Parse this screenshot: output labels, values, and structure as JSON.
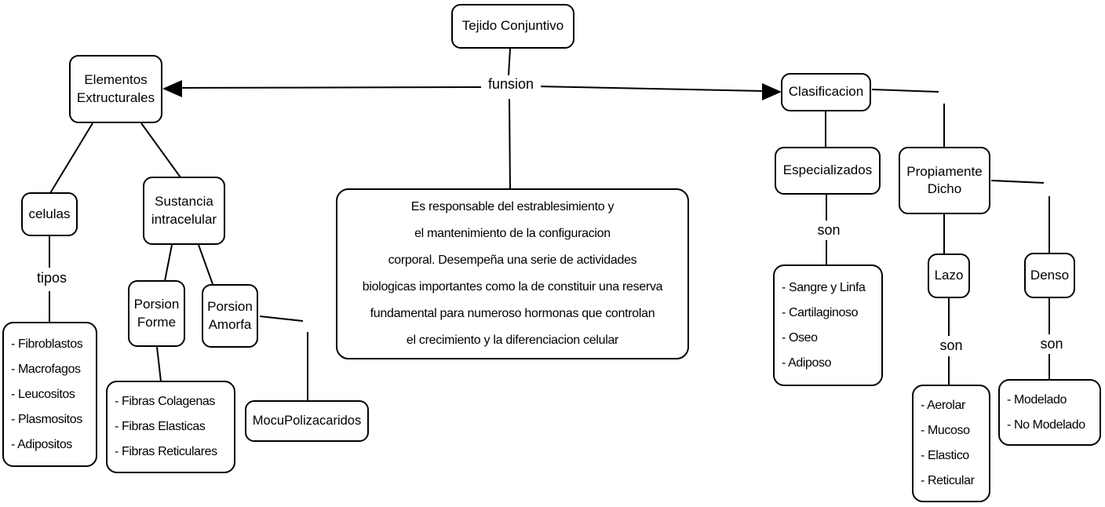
{
  "diagram_title": "Tejido Conjuntivo",
  "nodes": {
    "root": {
      "label": "Tejido Conjuntivo"
    },
    "elementos": {
      "label": "Elementos\nExtructurales"
    },
    "clasificacion": {
      "label": "Clasificacion"
    },
    "celulas": {
      "label": "celulas"
    },
    "sustancia": {
      "label": "Sustancia\nintracelular"
    },
    "porsion_forme": {
      "label": "Porsion\nForme"
    },
    "porsion_amorfa": {
      "label": "Porsion\nAmorfa"
    },
    "mocupolizacaridos": {
      "label": "MocuPolizacaridos"
    },
    "especializados": {
      "label": "Especializados"
    },
    "propiamente_dicho": {
      "label": "Propiamente\nDicho"
    },
    "lazo": {
      "label": "Lazo"
    },
    "denso": {
      "label": "Denso"
    },
    "descripcion": {
      "text": "Es responsable del estrablesimiento y\nel mantenimiento de la configuracion\ncorporal. Desempeña una serie de actividades\nbiologicas importantes como la de constituir una reserva\nfundamental para numeroso hormonas que controlan\nel crecimiento y la diferenciacion celular"
    }
  },
  "edge_labels": {
    "funsion": "funsion",
    "tipos": "tipos",
    "son_especializados": "son",
    "son_lazo": "son",
    "son_denso": "son"
  },
  "lists": {
    "cell_types": {
      "items": [
        "- Fibroblastos",
        "- Macrofagos",
        "- Leucositos",
        "- Plasmositos",
        "- Adipositos"
      ]
    },
    "fibras": {
      "items": [
        "- Fibras Colagenas",
        "- Fibras Elasticas",
        "- Fibras Reticulares"
      ]
    },
    "especializados_types": {
      "items": [
        "- Sangre y Linfa",
        "- Cartilaginoso",
        "- Oseo",
        "- Adiposo"
      ]
    },
    "lazo_types": {
      "items": [
        "- Aerolar",
        "- Mucoso",
        "- Elastico",
        "- Reticular"
      ]
    },
    "denso_types": {
      "items": [
        "- Modelado",
        "- No Modelado"
      ]
    }
  },
  "colors": {
    "background": "#ffffff",
    "node_border": "#000000",
    "text": "#000000",
    "line": "#000000"
  }
}
